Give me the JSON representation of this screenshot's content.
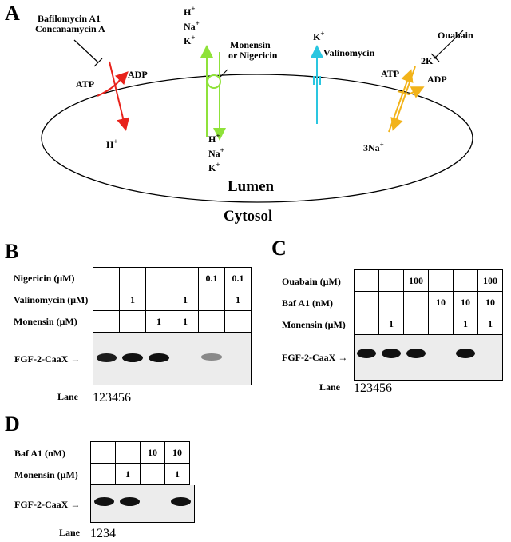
{
  "panelA": {
    "letter": "A",
    "inhibitor_left_1": "Bafilomycin A1",
    "inhibitor_left_2": "Concanamycin A",
    "atp_left": "ATP",
    "adp_left": "ADP",
    "h_out_left": "H",
    "ions_top": [
      "H",
      "Na",
      "K"
    ],
    "ions_bottom": [
      "H",
      "Na",
      "K"
    ],
    "ionophore_1": "Monensin",
    "ionophore_2": "or Nigericin",
    "k_top": "K",
    "valinomycin": "Valinomycin",
    "ouabain": "Ouabain",
    "two_k": "2K",
    "atp_right": "ATP",
    "adp_right": "ADP",
    "three_na": "3Na",
    "lumen": "Lumen",
    "cytosol": "Cytosol",
    "colors": {
      "vatpase": "#e8231c",
      "ionophore": "#8fe23a",
      "valinomycin": "#2ac6e0",
      "naka": "#f2b31a"
    }
  },
  "panelB": {
    "letter": "B",
    "rows": [
      {
        "label": "Nigericin (μM)",
        "values": [
          "",
          "",
          "",
          "",
          "0.1",
          "0.1"
        ]
      },
      {
        "label": "Valinomycin (μM)",
        "values": [
          "",
          "1",
          "",
          "1",
          "",
          "1"
        ]
      },
      {
        "label": "Monensin (μM)",
        "values": [
          "",
          "",
          "1",
          "1",
          "",
          ""
        ]
      }
    ],
    "protein": "FGF-2-CaaX",
    "lane_label": "Lane",
    "lanes": [
      "1",
      "2",
      "3",
      "4",
      "5",
      "6"
    ],
    "band_intensity": [
      0.95,
      1.0,
      1.0,
      0,
      0.45,
      0
    ]
  },
  "panelC": {
    "letter": "C",
    "rows": [
      {
        "label": "Ouabain (μM)",
        "values": [
          "",
          "",
          "100",
          "",
          "",
          "100"
        ]
      },
      {
        "label": "Baf A1 (nM)",
        "values": [
          "",
          "",
          "",
          "10",
          "10",
          "10"
        ]
      },
      {
        "label": "Monensin (μM)",
        "values": [
          "",
          "1",
          "",
          "",
          "1",
          "1"
        ]
      }
    ],
    "protein": "FGF-2-CaaX",
    "lane_label": "Lane",
    "lanes": [
      "1",
      "2",
      "3",
      "4",
      "5",
      "6"
    ],
    "band_intensity": [
      1.0,
      1.0,
      1.0,
      0,
      1.0,
      0
    ]
  },
  "panelD": {
    "letter": "D",
    "rows": [
      {
        "label": "Baf A1 (nM)",
        "values": [
          "",
          "",
          "10",
          "10"
        ]
      },
      {
        "label": "Monensin (μM)",
        "values": [
          "",
          "1",
          "",
          "1"
        ]
      }
    ],
    "protein": "FGF-2-CaaX",
    "lane_label": "Lane",
    "lanes": [
      "1",
      "2",
      "3",
      "4"
    ],
    "band_intensity": [
      1.0,
      1.0,
      0,
      1.0
    ]
  }
}
